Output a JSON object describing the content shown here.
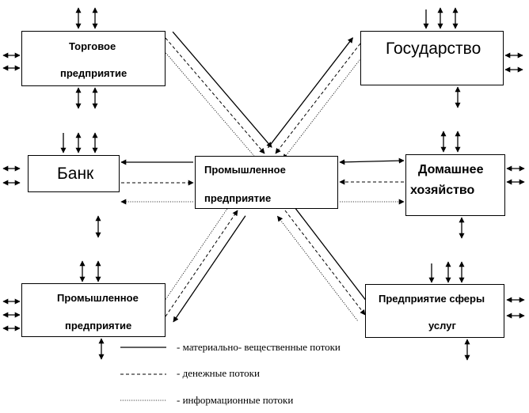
{
  "nodes": {
    "trade": {
      "line1": "Торговое",
      "line2": "предприятие"
    },
    "state": {
      "label": "Государство"
    },
    "bank": {
      "label": "Банк"
    },
    "center": {
      "line1": "Промышленное",
      "line2": "предприятие"
    },
    "household": {
      "line1": "Домашнее",
      "line2": "хозяйство"
    },
    "industrial": {
      "line1": "Промышленное",
      "line2": "предприятие"
    },
    "services": {
      "line1": "Предприятие  сферы",
      "line2": "услуг"
    }
  },
  "legend": {
    "material": "- материально- вещественные потоки",
    "money": "- денежные потоки",
    "info": "- информационные потоки"
  },
  "flow_types": [
    "material",
    "money",
    "info"
  ]
}
